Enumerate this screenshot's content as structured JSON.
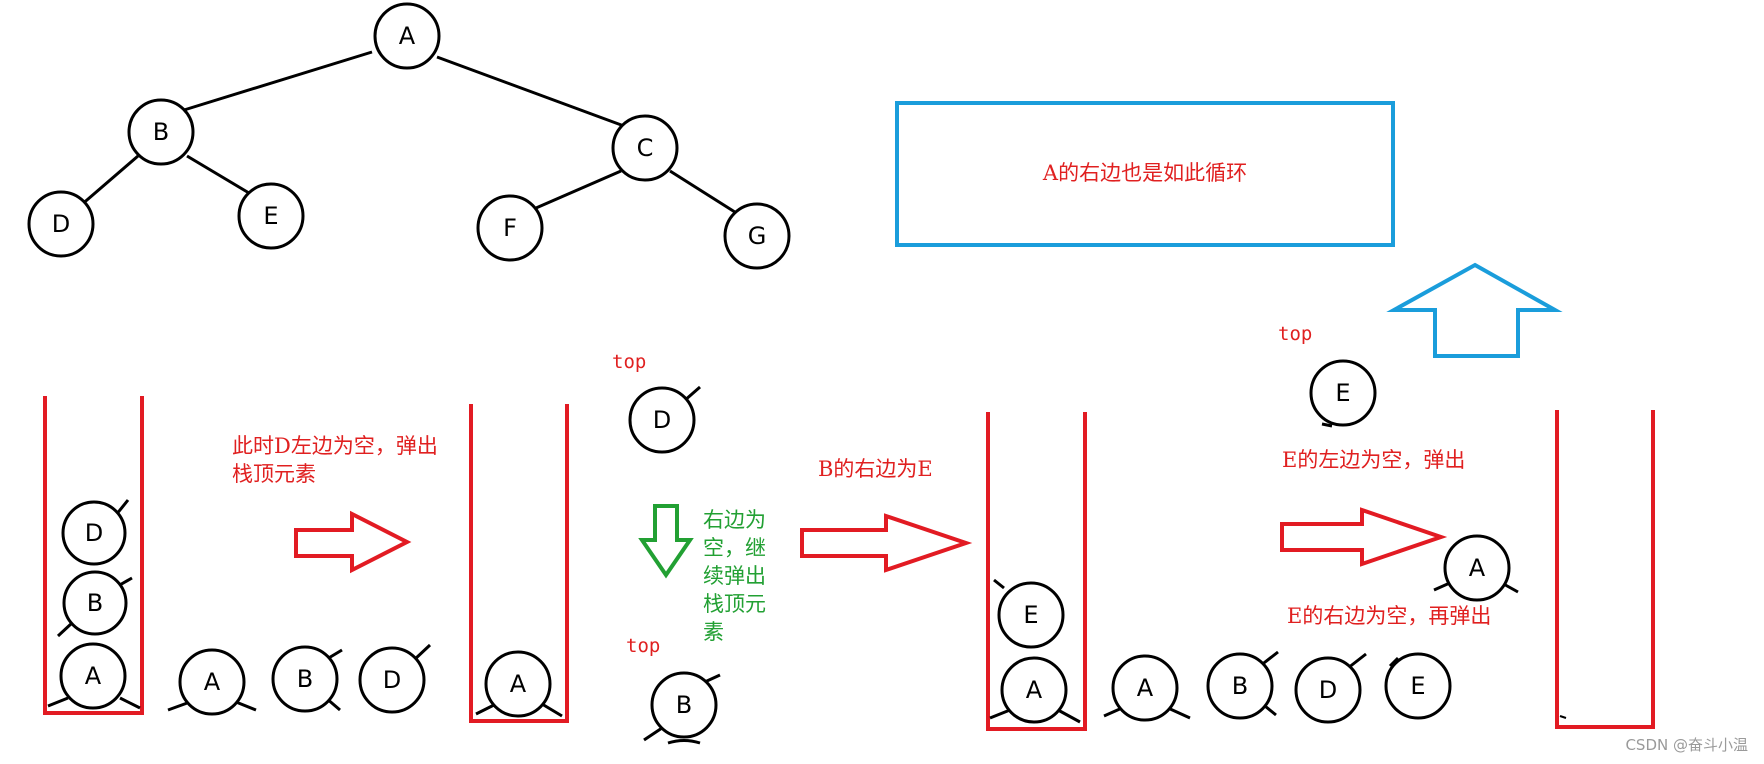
{
  "colors": {
    "stack": "#e21b23",
    "arrow_red": "#e21b23",
    "arrow_green": "#22a033",
    "box_blue": "#1a9ddb",
    "arrow_blue": "#1a9ddb",
    "node_stroke": "#000000",
    "text_red": "#e02020",
    "text_green": "#22a033",
    "watermark": "#9a9a9a"
  },
  "tree": {
    "nodes": [
      "A",
      "B",
      "C",
      "D",
      "E",
      "F",
      "G"
    ],
    "edges": [
      [
        "A",
        "B"
      ],
      [
        "A",
        "C"
      ],
      [
        "B",
        "D"
      ],
      [
        "B",
        "E"
      ],
      [
        "C",
        "F"
      ],
      [
        "C",
        "G"
      ]
    ]
  },
  "panel1": {
    "stack": [
      "A",
      "B",
      "D"
    ],
    "note": [
      "此时D左边为空，弹出",
      "栈顶元素"
    ],
    "sequence": [
      "A",
      "B",
      "D"
    ]
  },
  "panel2": {
    "stack": [
      "A"
    ],
    "top_label_1": "top",
    "popped": "D",
    "note_green": [
      "右边为",
      "空，继",
      "续弹出",
      "栈顶元",
      "素"
    ],
    "top_label_2": "top",
    "next_top": "B"
  },
  "panel3": {
    "note": "B的右边为E",
    "stack": [
      "A",
      "E"
    ],
    "sequence": [
      "A",
      "B",
      "D",
      "E"
    ]
  },
  "panel4": {
    "top_label": "top",
    "popped": "E",
    "note_1": "E的左边为空，弹出",
    "note_2": "E的右边为空，再弹出",
    "popped_next": "A"
  },
  "summary_box": {
    "text": "A的右边也是如此循环"
  },
  "watermark": "CSDN @奋斗小温"
}
